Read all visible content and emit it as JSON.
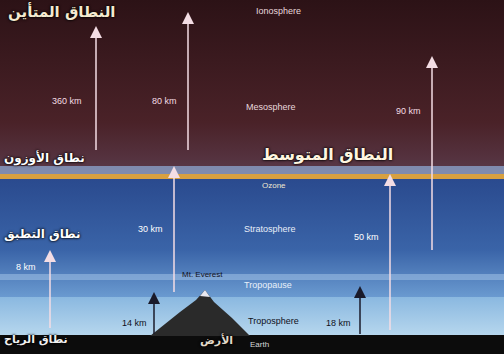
{
  "diagram": {
    "labels": [
      "النطاق المتأين",
      "Ionosphere",
      "360 km",
      "80 km",
      "Mesosphere",
      "90 km",
      "نطاق الأوزون",
      "النطاق المتوسط",
      "Ozone",
      "30 km",
      "Stratosphere",
      "50 km",
      "نطاق التطبق",
      "8 km",
      "Tropopause",
      "14 km",
      "Mt. Everest",
      "Troposphere",
      "18 km",
      "نطاق الرياح",
      "الأرض",
      "Earth"
    ]
  }
}
